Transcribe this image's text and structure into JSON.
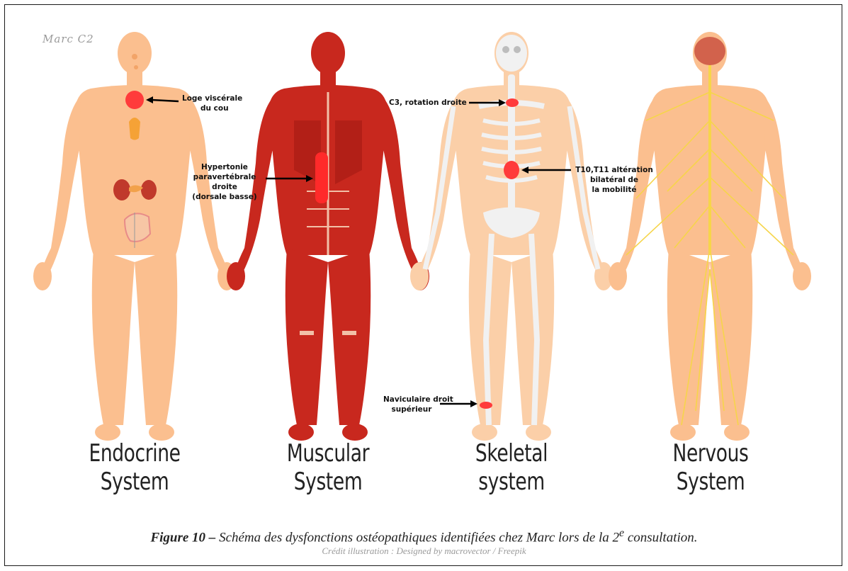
{
  "patient_tag": "Marc C2",
  "systems": [
    {
      "title": "Endocrine System"
    },
    {
      "title": "Muscular System"
    },
    {
      "title": "Skeletal system"
    },
    {
      "title": "Nervous System"
    }
  ],
  "annotations": {
    "endocrine_neck": {
      "line1": "Loge viscérale",
      "line2": "du cou"
    },
    "muscular_back": {
      "line1": "Hypertonie",
      "line2": "paravertébrale",
      "line3": "droite",
      "line4": "(dorsale basse)"
    },
    "skeletal_c3": {
      "line1": "C3, rotation droite"
    },
    "skeletal_t10": {
      "line1": "T10,T11 altération",
      "line2": "bilatéral de",
      "line3": "la mobilité"
    },
    "skeletal_navicular": {
      "line1": "Naviculaire droit",
      "line2": "supérieur"
    }
  },
  "caption": {
    "label": "Figure 10 –",
    "text_a": " Schéma des dysfonctions ostéopathiques identifiées chez Marc lors de la 2",
    "superscript": "e",
    "text_b": " consultation."
  },
  "credit": "Crédit illustration : Designed by macrovector / Freepik",
  "colors": {
    "skin": "#fbbf8f",
    "muscle": "#c8281e",
    "bone": "#f1f1f1",
    "nerve": "#f6d54a",
    "highlight": "#ff3b3b"
  }
}
